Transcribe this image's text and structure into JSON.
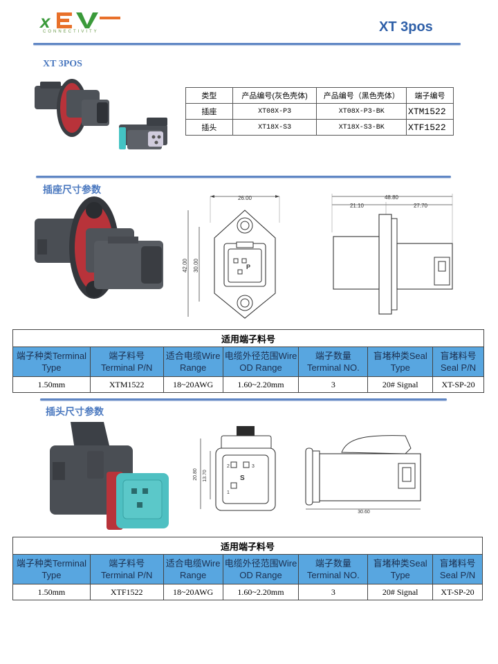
{
  "header": {
    "brand_sub": "CONNECTIVITY",
    "title": "XT 3pos"
  },
  "intro": {
    "section_title": "XT 3POS",
    "product_table": {
      "headers": [
        "类型",
        "产品编号(灰色壳体)",
        "产品编号（黑色壳体）",
        "端子编号"
      ],
      "rows": [
        [
          "插座",
          "XT08X-P3",
          "XT08X-P3-BK",
          "XTM1522"
        ],
        [
          "插头",
          "XT18X-S3",
          "XT18X-S3-BK",
          "XTF1522"
        ]
      ]
    }
  },
  "socket": {
    "section_title": "插座尺寸参数",
    "dims": {
      "top_width": "26.00",
      "height_outer": "42.00",
      "height_inner": "30.00",
      "total_length": "48.80",
      "left_length": "21.10",
      "right_length": "27.70",
      "mark": "P"
    },
    "terminal_table": {
      "caption": "适用端子料号",
      "headers": [
        [
          "端子种类Terminal",
          "Type"
        ],
        [
          "端子料号",
          "Terminal P/N"
        ],
        [
          "适合电缆Wire",
          "Range"
        ],
        [
          "电缆外径范围Wire",
          "OD Range"
        ],
        [
          "端子数量",
          "Terminal NO."
        ],
        [
          "盲堵种类Seal",
          "Type"
        ],
        [
          "盲堵料号",
          "Seal P/N"
        ]
      ],
      "row": [
        "1.50mm",
        "XTM1522",
        "18~20AWG",
        "1.60~2.20mm",
        "3",
        "20# Signal",
        "XT-SP-20"
      ]
    }
  },
  "plug": {
    "section_title": "插头尺寸参数",
    "dims": {
      "height_outer": "20.80",
      "height_inner": "13.70",
      "length": "30.60",
      "mark": "S"
    },
    "terminal_table": {
      "caption": "适用端子料号",
      "headers": [
        [
          "端子种类Terminal",
          "Type"
        ],
        [
          "端子料号",
          "Terminal P/N"
        ],
        [
          "适合电缆Wire",
          "Range"
        ],
        [
          "电缆外径范围Wire",
          "OD Range"
        ],
        [
          "端子数量",
          "Terminal NO."
        ],
        [
          "盲堵种类Seal",
          "Type"
        ],
        [
          "盲堵料号",
          "Seal P/N"
        ]
      ],
      "row": [
        "1.50mm",
        "XTF1522",
        "18~20AWG",
        "1.60~2.20mm",
        "3",
        "20# Signal",
        "XT-SP-20"
      ]
    }
  },
  "colors": {
    "accent": "#2e5fa8",
    "section": "#4a78bf",
    "table_header": "#58a6e0",
    "logo_green": "#3a9a3a",
    "logo_orange": "#e8702a",
    "seal_red": "#c8383e",
    "teal": "#4fc0c0"
  }
}
